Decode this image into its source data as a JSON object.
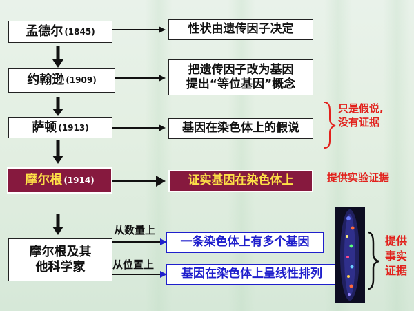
{
  "scientists": [
    {
      "name": "孟德尔",
      "year": "(1845)",
      "finding": "性状由遗传因子决定"
    },
    {
      "name": "约翰逊",
      "year": "(1909)",
      "finding_line1": "把遗传因子改为基因",
      "finding_line2": "提出“等位基因”概念"
    },
    {
      "name": "萨顿",
      "year": "(1913)",
      "finding": "基因在染色体上的假说"
    },
    {
      "name": "摩尔根",
      "year": "(1914)",
      "finding": "证实基因在染色体上"
    }
  ],
  "group": {
    "line1": "摩尔根及其",
    "line2": "他科学家"
  },
  "branch_labels": {
    "quantity": "从数量上",
    "position": "从位置上"
  },
  "findings_group": {
    "quantity": "一条染色体上有多个基因",
    "position": "基因在染色体上呈线性排列"
  },
  "notes": {
    "hypothesis_line1": "只是假说,",
    "hypothesis_line2": "没有证据",
    "experimental": "提供实验证据",
    "fact_line1": "提供",
    "fact_line2": "事实",
    "fact_line3": "证据"
  },
  "colors": {
    "highlight": "#86193e",
    "highlight_text": "#fde047",
    "note_red": "#e2211c",
    "blue": "#1f1fcc"
  },
  "icons": {
    "chromosome_image": "chromosome-fluorescence-image"
  }
}
